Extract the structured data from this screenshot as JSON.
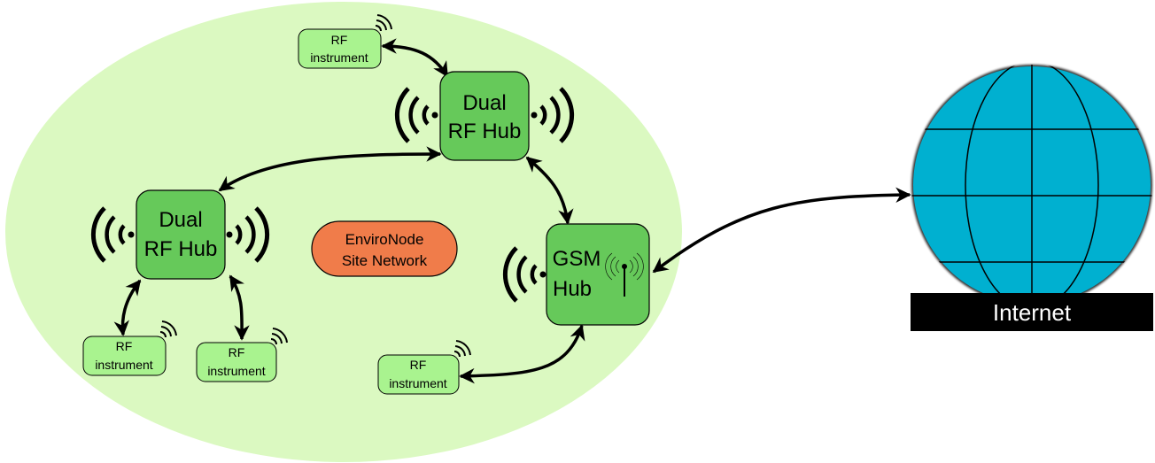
{
  "colors": {
    "background": "#ffffff",
    "site_area": "#dbf9c1",
    "hub_fill": "#66c95a",
    "instrument_fill": "#a9f38f",
    "label_fill": "#f07c4a",
    "globe_fill": "#00b0d0",
    "internet_bar": "#000000",
    "internet_text": "#ffffff",
    "stroke": "#000000"
  },
  "site_network_label": {
    "line1": "EnviroNode",
    "line2": "Site Network"
  },
  "hubs": [
    {
      "id": "hub-top",
      "type": "dual-rf",
      "line1": "Dual",
      "line2": "RF Hub"
    },
    {
      "id": "hub-left",
      "type": "dual-rf",
      "line1": "Dual",
      "line2": "RF Hub"
    },
    {
      "id": "hub-gsm",
      "type": "gsm",
      "line1": "GSM",
      "line2": "Hub"
    }
  ],
  "instruments": [
    {
      "id": "inst-top",
      "line1": "RF",
      "line2": "instrument",
      "connected_to": "hub-top"
    },
    {
      "id": "inst-left-a",
      "line1": "RF",
      "line2": "instrument",
      "connected_to": "hub-left"
    },
    {
      "id": "inst-left-b",
      "line1": "RF",
      "line2": "instrument",
      "connected_to": "hub-left"
    },
    {
      "id": "inst-gsm",
      "line1": "RF",
      "line2": "instrument",
      "connected_to": "hub-gsm"
    }
  ],
  "internet": {
    "label": "Internet"
  },
  "links": [
    {
      "from": "inst-top",
      "to": "hub-top",
      "bidirectional": true
    },
    {
      "from": "hub-top",
      "to": "hub-left",
      "bidirectional": true
    },
    {
      "from": "hub-top",
      "to": "hub-gsm",
      "bidirectional": true
    },
    {
      "from": "hub-left",
      "to": "inst-left-a",
      "bidirectional": true
    },
    {
      "from": "hub-left",
      "to": "inst-left-b",
      "bidirectional": true
    },
    {
      "from": "hub-gsm",
      "to": "inst-gsm",
      "bidirectional": true
    },
    {
      "from": "hub-gsm",
      "to": "internet",
      "bidirectional": true
    }
  ]
}
